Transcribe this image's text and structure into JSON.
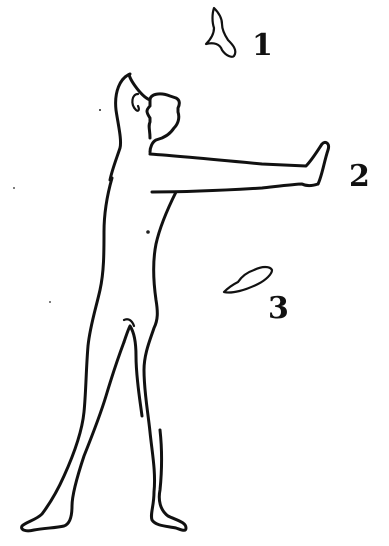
{
  "figure": {
    "description_labels": [
      {
        "id": "label-1",
        "text": "1"
      },
      {
        "id": "label-2",
        "text": "2"
      },
      {
        "id": "label-3",
        "text": "3"
      }
    ],
    "colors": {
      "background": "#ffffff",
      "ink": "#111111"
    }
  }
}
